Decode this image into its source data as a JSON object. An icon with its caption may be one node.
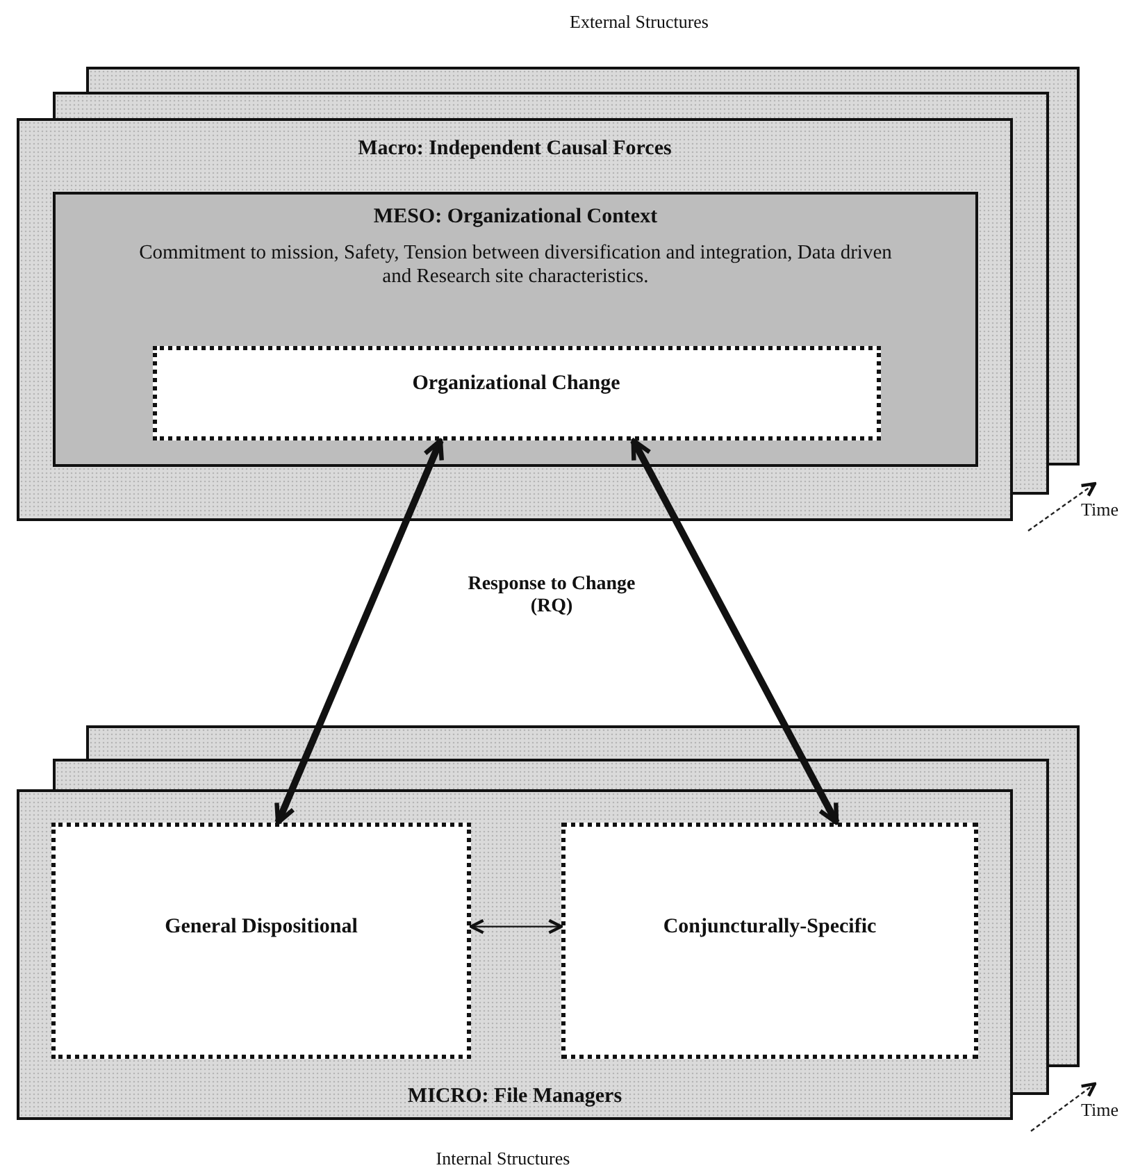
{
  "diagram": {
    "nodes": [
      {
        "text": [
          "Macro: Independent Causal Forces"
        ]
      },
      {
        "text": [
          "MESO: Organizational Context",
          "Commitment to mission, Safety, Tension between diversification and integration, Data driven and Research site characteristics."
        ],
        "in": 0
      },
      {
        "text": [
          "Organizational Change"
        ],
        "in": 1
      },
      {
        "text": [
          "MICRO: File Managers"
        ]
      },
      {
        "text": [
          "General Dispositional"
        ],
        "in": 3
      },
      {
        "text": [
          "Conjuncturally-Specific"
        ],
        "in": 3
      }
    ],
    "edges": [
      {
        "from": 2,
        "to": 4,
        "arrow": "both"
      },
      {
        "from": 2,
        "to": 5,
        "arrow": "both"
      },
      {
        "from": 4,
        "to": 5,
        "arrow": "both"
      }
    ],
    "labels": [
      "External Structures",
      "Time",
      "Response to Change (RQ)",
      "Time",
      "Internal Structures"
    ]
  }
}
